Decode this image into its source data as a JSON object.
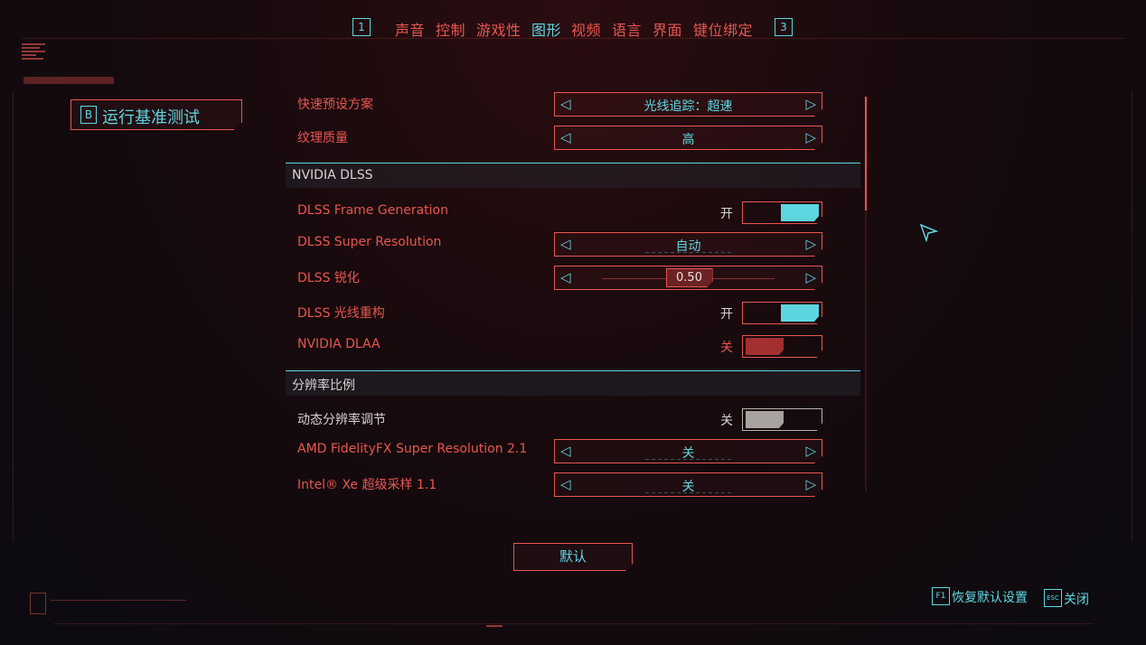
{
  "tabs": {
    "left_key": "1",
    "right_key": "3",
    "items": [
      {
        "label": "声音"
      },
      {
        "label": "控制"
      },
      {
        "label": "游戏性"
      },
      {
        "label": "图形",
        "active": true
      },
      {
        "label": "视频"
      },
      {
        "label": "语言"
      },
      {
        "label": "界面"
      },
      {
        "label": "键位绑定"
      }
    ]
  },
  "benchmark": {
    "key": "B",
    "label": "运行基准测试"
  },
  "settings": {
    "quick_preset": {
      "label": "快速预设方案",
      "value": "光线追踪：超速"
    },
    "texture_quality": {
      "label": "纹理质量",
      "value": "高"
    },
    "section_dlss": {
      "label": "NVIDIA DLSS"
    },
    "dlss_fg": {
      "label": "DLSS Frame Generation",
      "state": "开"
    },
    "dlss_sr": {
      "label": "DLSS Super Resolution",
      "value": "自动"
    },
    "dlss_sharp": {
      "label": "DLSS 锐化",
      "value": "0.50",
      "level": 0.5
    },
    "dlss_rr": {
      "label": "DLSS 光线重构",
      "state": "开"
    },
    "dlaa": {
      "label": "NVIDIA DLAA",
      "state": "关"
    },
    "section_scale": {
      "label": "分辨率比例"
    },
    "dyn_res": {
      "label": "动态分辨率调节",
      "state": "关"
    },
    "fsr": {
      "label": "AMD FidelityFX Super Resolution 2.1",
      "value": "关"
    },
    "xess": {
      "label": "Intel® Xe 超级采样 1.1",
      "value": "关"
    }
  },
  "default_button": {
    "label": "默认"
  },
  "hints": {
    "restore": {
      "key": "F1",
      "label": "恢复默认设置"
    },
    "close": {
      "key": "ESC",
      "label": "关闭"
    }
  },
  "colors": {
    "accent_red": "#e8564f",
    "accent_cyan": "#5ed6e0"
  },
  "icons": {
    "left": "◁",
    "right": "▷"
  }
}
